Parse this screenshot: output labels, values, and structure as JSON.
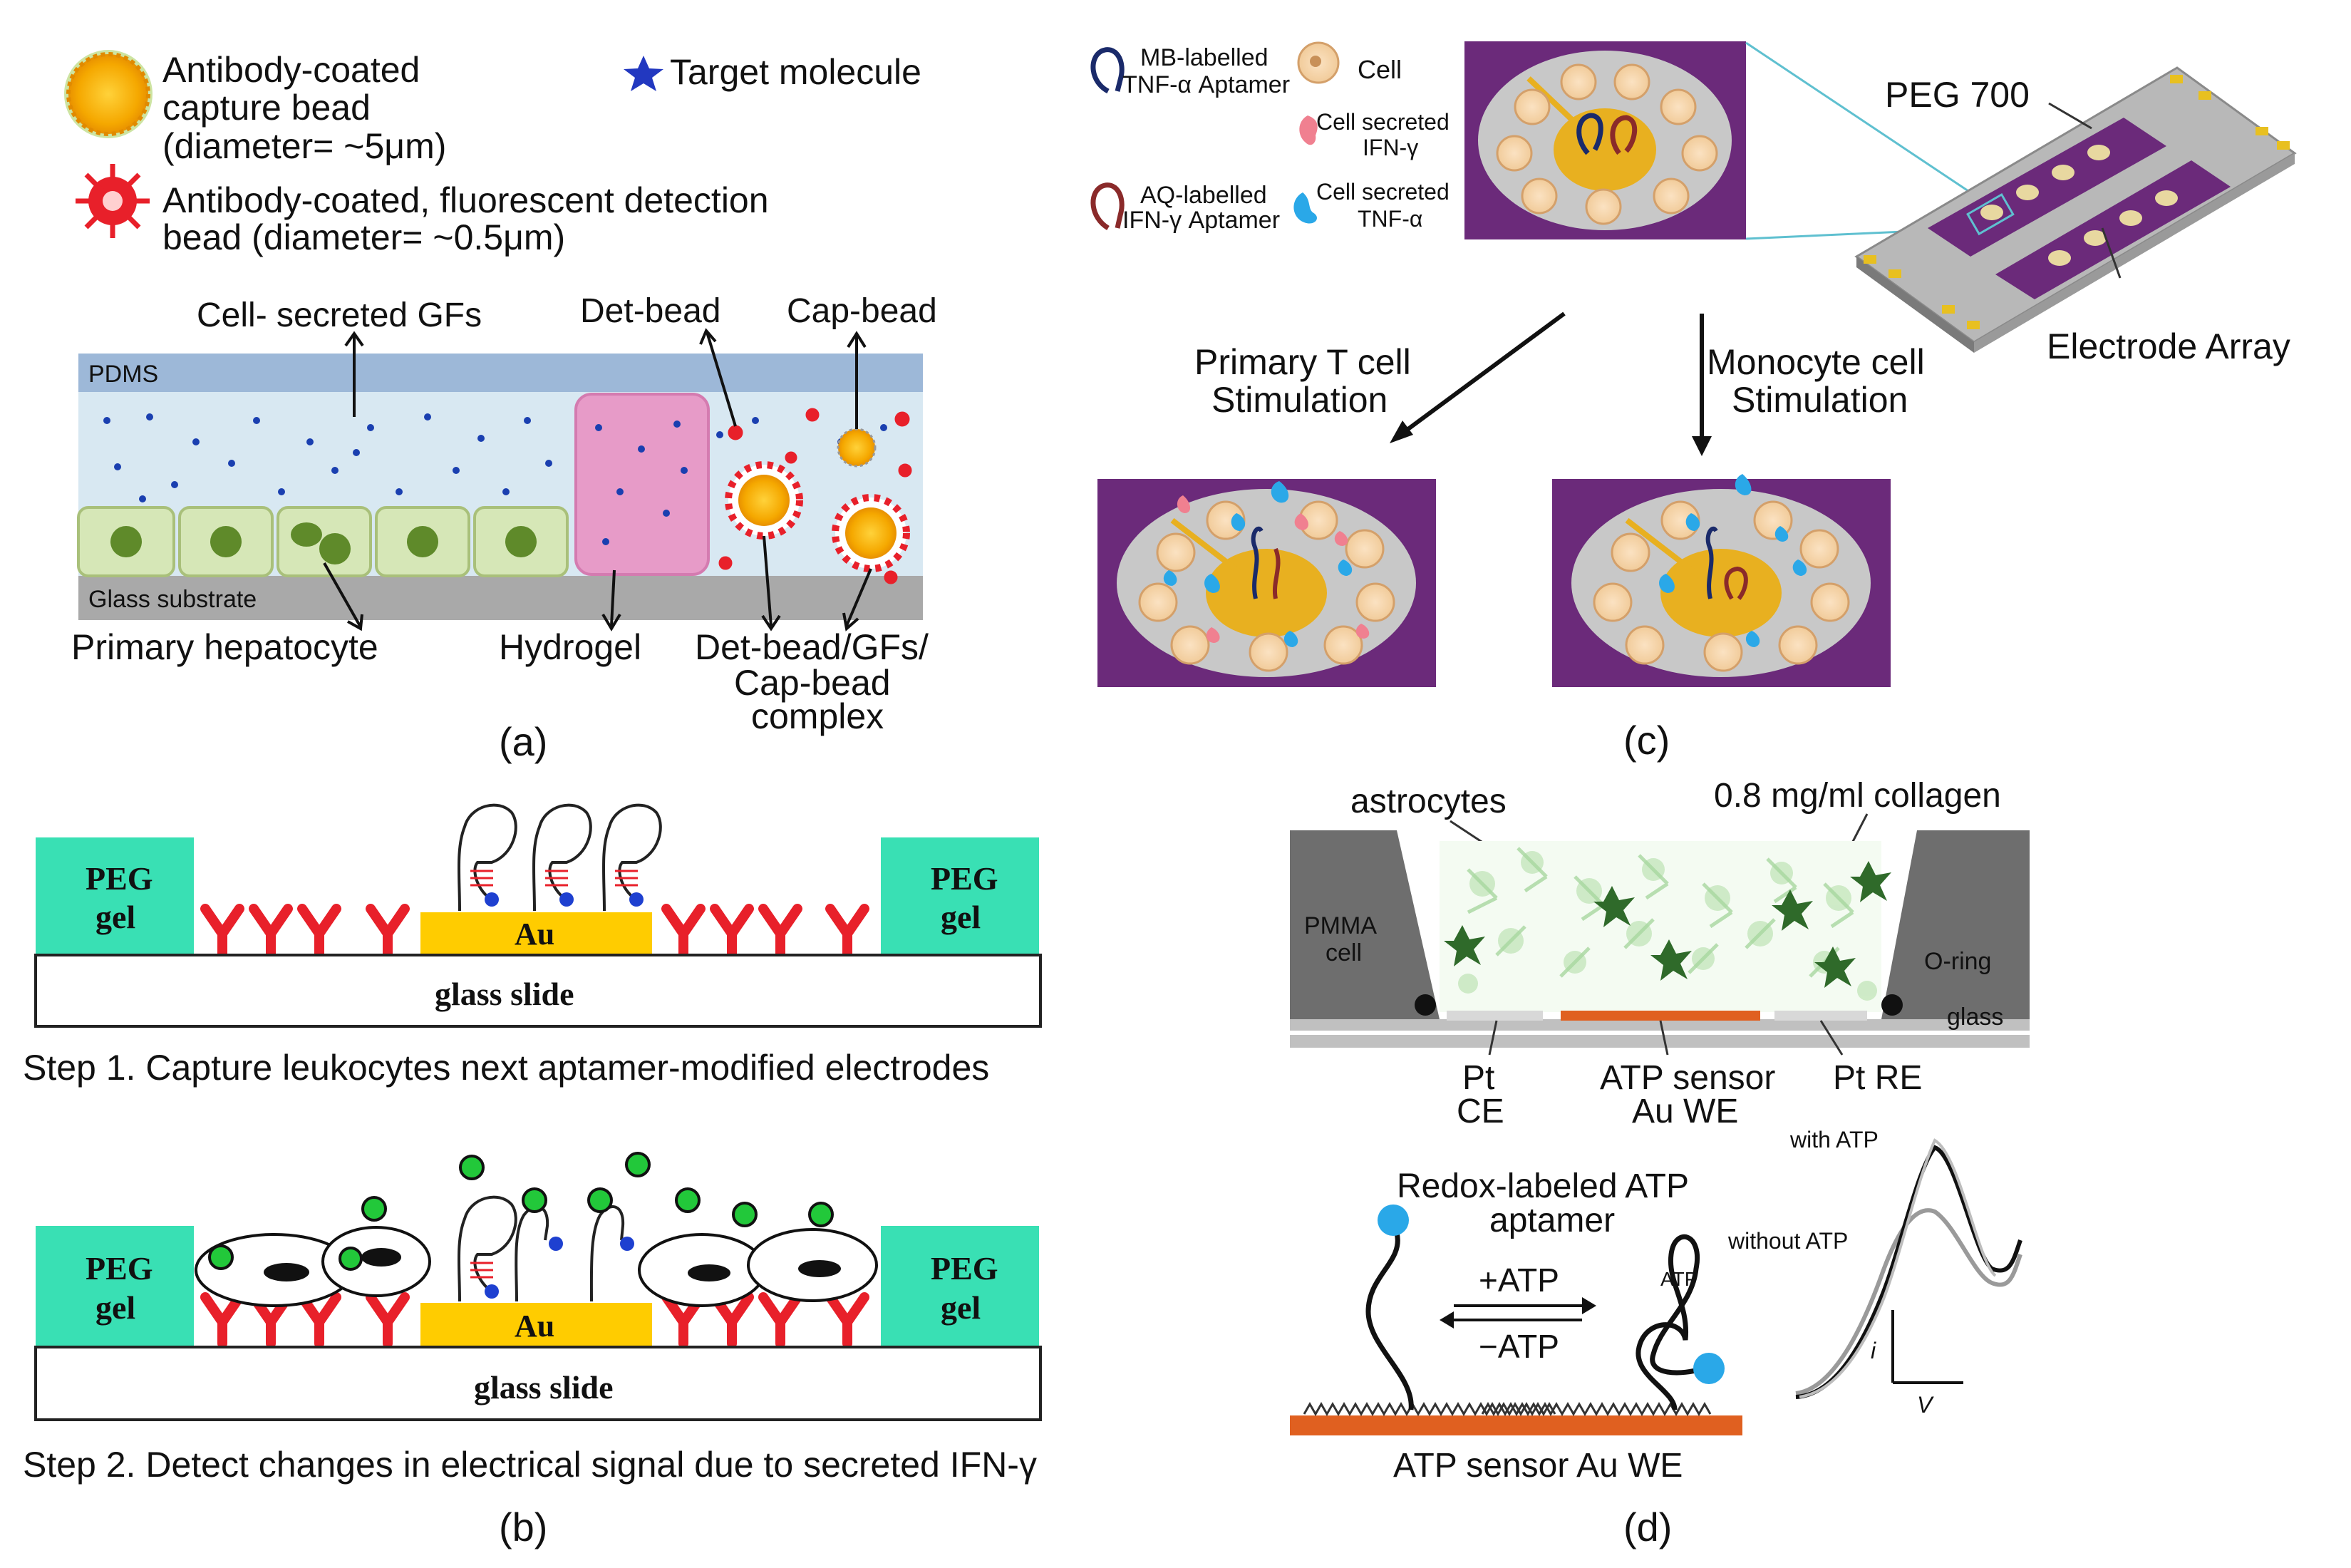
{
  "panel_a": {
    "legend": {
      "capture_bead": [
        "Antibody-coated",
        "capture bead",
        "(diameter= ~5μm)"
      ],
      "target": "Target molecule",
      "detection_bead": [
        "Antibody-coated, fluorescent detection",
        "bead (diameter= ~0.5μm)"
      ]
    },
    "labels": {
      "cell_secreted": "Cell- secreted GFs",
      "det_bead": "Det-bead",
      "cap_bead": "Cap-bead",
      "pdms": "PDMS",
      "glass": "Glass substrate",
      "hepatocyte": "Primary hepatocyte",
      "hydrogel": "Hydrogel",
      "complex": [
        "Det-bead/GFs/",
        "Cap-bead",
        "complex"
      ]
    },
    "caption": "(a)"
  },
  "panel_b": {
    "peg": [
      "PEG",
      "gel"
    ],
    "au": "Au",
    "glass": "glass slide",
    "step1": "Step 1. Capture leukocytes next aptamer-modified electrodes",
    "step2": "Step 2. Detect changes in electrical signal due to secreted IFN-γ",
    "caption": "(b)"
  },
  "panel_c": {
    "legend": {
      "mb": [
        "MB-labelled",
        "TNF-α Aptamer"
      ],
      "cell": "Cell",
      "ifn": [
        "Cell secreted",
        "IFN-γ"
      ],
      "aq": [
        "AQ-labelled",
        "IFN-γ Aptamer"
      ],
      "tnf": [
        "Cell secreted",
        "TNF-α"
      ]
    },
    "peg700": "PEG 700",
    "electrode_array": "Electrode Array",
    "t_cell": [
      "Primary T cell",
      "Stimulation"
    ],
    "monocyte": [
      "Monocyte cell",
      "Stimulation"
    ],
    "caption": "(c)"
  },
  "panel_d": {
    "astrocytes": "astrocytes",
    "collagen": "0.8 mg/ml collagen",
    "pmma": [
      "PMMA",
      "cell"
    ],
    "oring": "O-ring",
    "glass": "glass",
    "pt_ce": [
      "Pt",
      "CE"
    ],
    "atp_sensor": [
      "ATP sensor",
      "Au WE"
    ],
    "pt_re": [
      "Pt RE"
    ],
    "aptamer": [
      "Redox-labeled ATP",
      "aptamer"
    ],
    "plus_atp": "+ATP",
    "minus_atp": "−ATP",
    "atp": "ATP",
    "with_atp": "with ATP",
    "without_atp": "without ATP",
    "axis_i": "i",
    "axis_v": "V",
    "sensor_label": "ATP sensor Au WE",
    "caption": "(d)"
  },
  "colors": {
    "pdms": "#9db8d8",
    "channel": "#d8e8f2",
    "glass_gray": "#a9a9a9",
    "cell_green": "#d6e7b7",
    "hydrogel": "#e79bc8",
    "bead_orange": "#f5b800",
    "det_red": "#e8202a",
    "peg_green": "#39e0b4",
    "antibody_red": "#e8202a",
    "au_yellow": "#ffcc00",
    "purple": "#6b2a7a",
    "au_electrode": "#e06020",
    "atp_blue": "#2aa8e8"
  }
}
